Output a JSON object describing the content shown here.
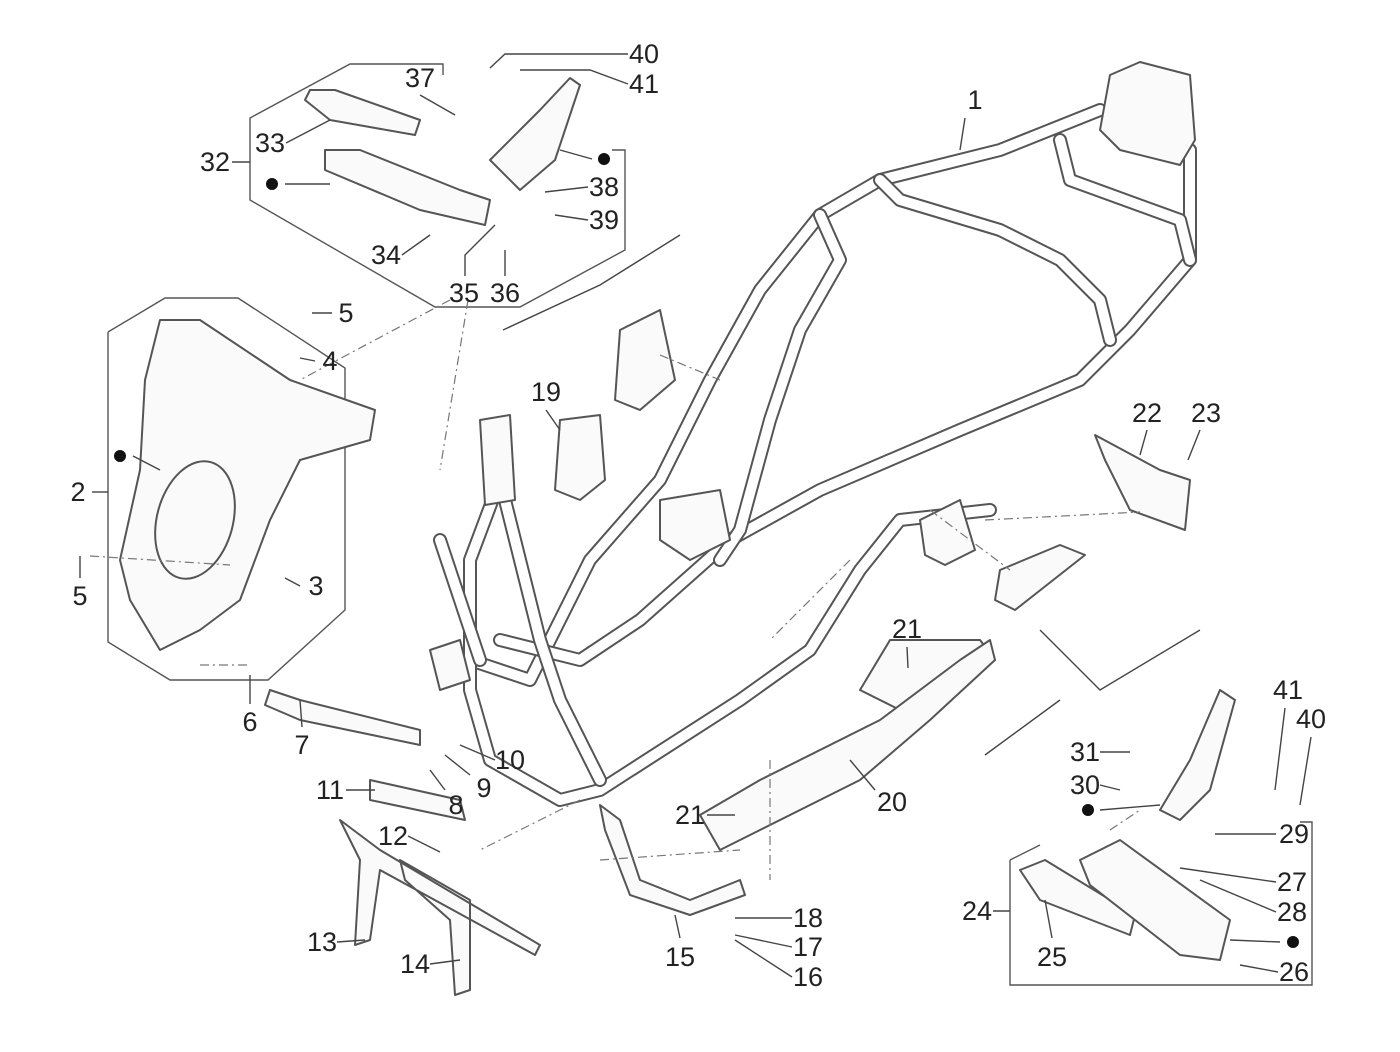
{
  "diagram": {
    "callouts": [
      "1",
      "2",
      "3",
      "4",
      "5",
      "5",
      "6",
      "7",
      "8",
      "9",
      "10",
      "11",
      "12",
      "13",
      "14",
      "15",
      "16",
      "17",
      "18",
      "19",
      "20",
      "21",
      "21",
      "22",
      "23",
      "24",
      "25",
      "26",
      "27",
      "28",
      "29",
      "30",
      "31",
      "32",
      "33",
      "34",
      "35",
      "36",
      "37",
      "38",
      "39",
      "40",
      "41",
      "40",
      "41"
    ],
    "legend_marker": "black-dot"
  }
}
